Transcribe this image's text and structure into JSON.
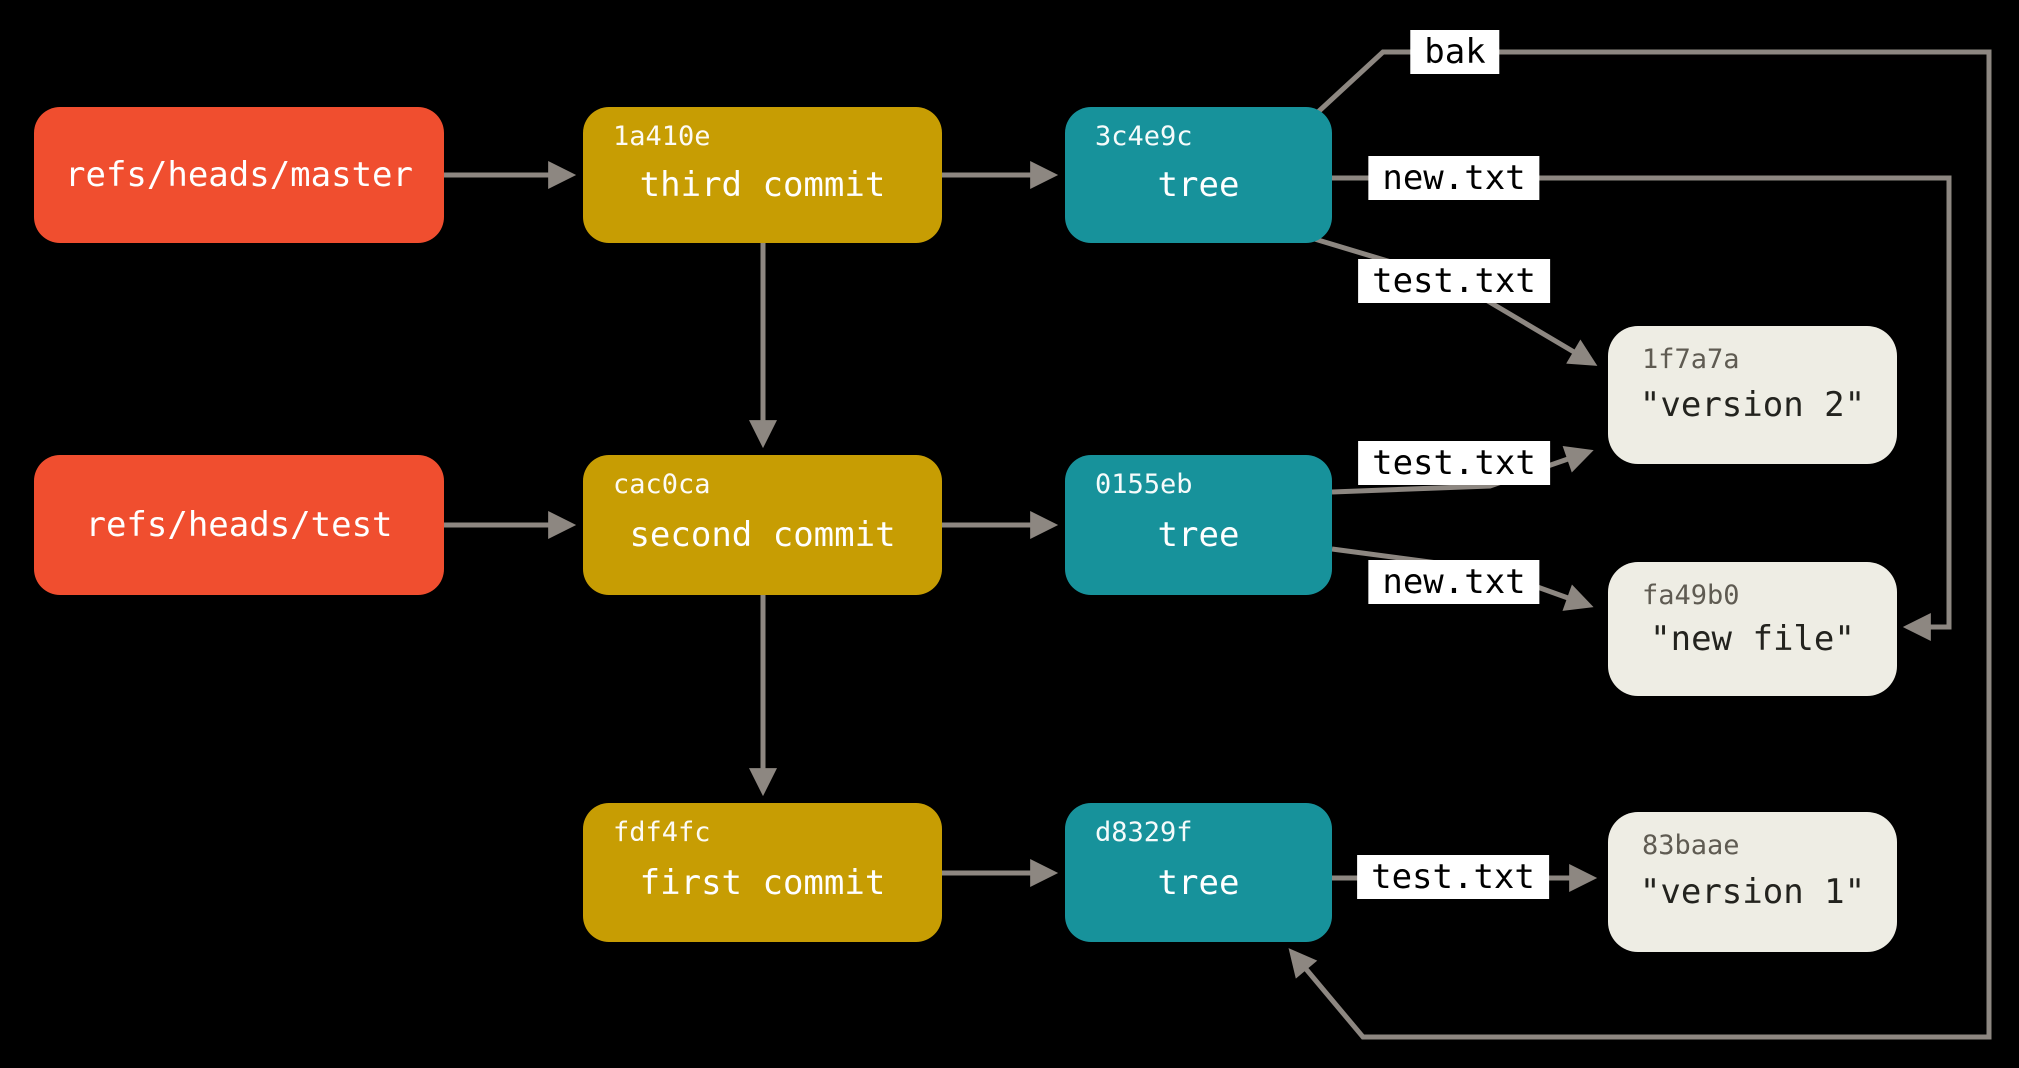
{
  "title": "Git objects and references diagram",
  "colors": {
    "background": "#000000",
    "ref_box": "#f04e2f",
    "commit_box": "#c79d03",
    "tree_box": "#17929b",
    "blob_box": "#eeede4",
    "line": "#8d8781",
    "chip_bg": "#ffffff",
    "chip_text": "#000000",
    "box_text": "#ffffff",
    "blob_text": "#23231e",
    "blob_hash_text": "#5f5b52"
  },
  "nodes": [
    {
      "id": "ref-master",
      "kind": "ref",
      "label": "refs/heads/master"
    },
    {
      "id": "ref-test",
      "kind": "ref",
      "label": "refs/heads/test"
    },
    {
      "id": "commit-third",
      "kind": "commit",
      "hash": "1a410e",
      "label": "third commit"
    },
    {
      "id": "commit-second",
      "kind": "commit",
      "hash": "cac0ca",
      "label": "second commit"
    },
    {
      "id": "commit-first",
      "kind": "commit",
      "hash": "fdf4fc",
      "label": "first commit"
    },
    {
      "id": "tree-third",
      "kind": "tree",
      "hash": "3c4e9c",
      "label": "tree"
    },
    {
      "id": "tree-second",
      "kind": "tree",
      "hash": "0155eb",
      "label": "tree"
    },
    {
      "id": "tree-first",
      "kind": "tree",
      "hash": "d8329f",
      "label": "tree"
    },
    {
      "id": "blob-version2",
      "kind": "blob",
      "hash": "1f7a7a",
      "label": "\"version 2\""
    },
    {
      "id": "blob-newfile",
      "kind": "blob",
      "hash": "fa49b0",
      "label": "\"new file\""
    },
    {
      "id": "blob-version1",
      "kind": "blob",
      "hash": "83baae",
      "label": "\"version 1\""
    }
  ],
  "edges": [
    {
      "id": "e-master-third",
      "from": "ref-master",
      "to": "commit-third"
    },
    {
      "id": "e-test-second",
      "from": "ref-test",
      "to": "commit-second"
    },
    {
      "id": "e-third-tree",
      "from": "commit-third",
      "to": "tree-third"
    },
    {
      "id": "e-second-tree",
      "from": "commit-second",
      "to": "tree-second"
    },
    {
      "id": "e-first-tree",
      "from": "commit-first",
      "to": "tree-first"
    },
    {
      "id": "e-third-second",
      "from": "commit-third",
      "to": "commit-second"
    },
    {
      "id": "e-second-first",
      "from": "commit-second",
      "to": "commit-first"
    },
    {
      "id": "e-tree3-bak",
      "from": "tree-third",
      "to": "tree-first",
      "label": "bak"
    },
    {
      "id": "e-tree3-new",
      "from": "tree-third",
      "to": "blob-newfile",
      "label": "new.txt"
    },
    {
      "id": "e-tree3-test",
      "from": "tree-third",
      "to": "blob-version2",
      "label": "test.txt"
    },
    {
      "id": "e-tree2-test",
      "from": "tree-second",
      "to": "blob-version2",
      "label": "test.txt"
    },
    {
      "id": "e-tree2-new",
      "from": "tree-second",
      "to": "blob-newfile",
      "label": "new.txt"
    },
    {
      "id": "e-tree1-test",
      "from": "tree-first",
      "to": "blob-version1",
      "label": "test.txt"
    }
  ]
}
